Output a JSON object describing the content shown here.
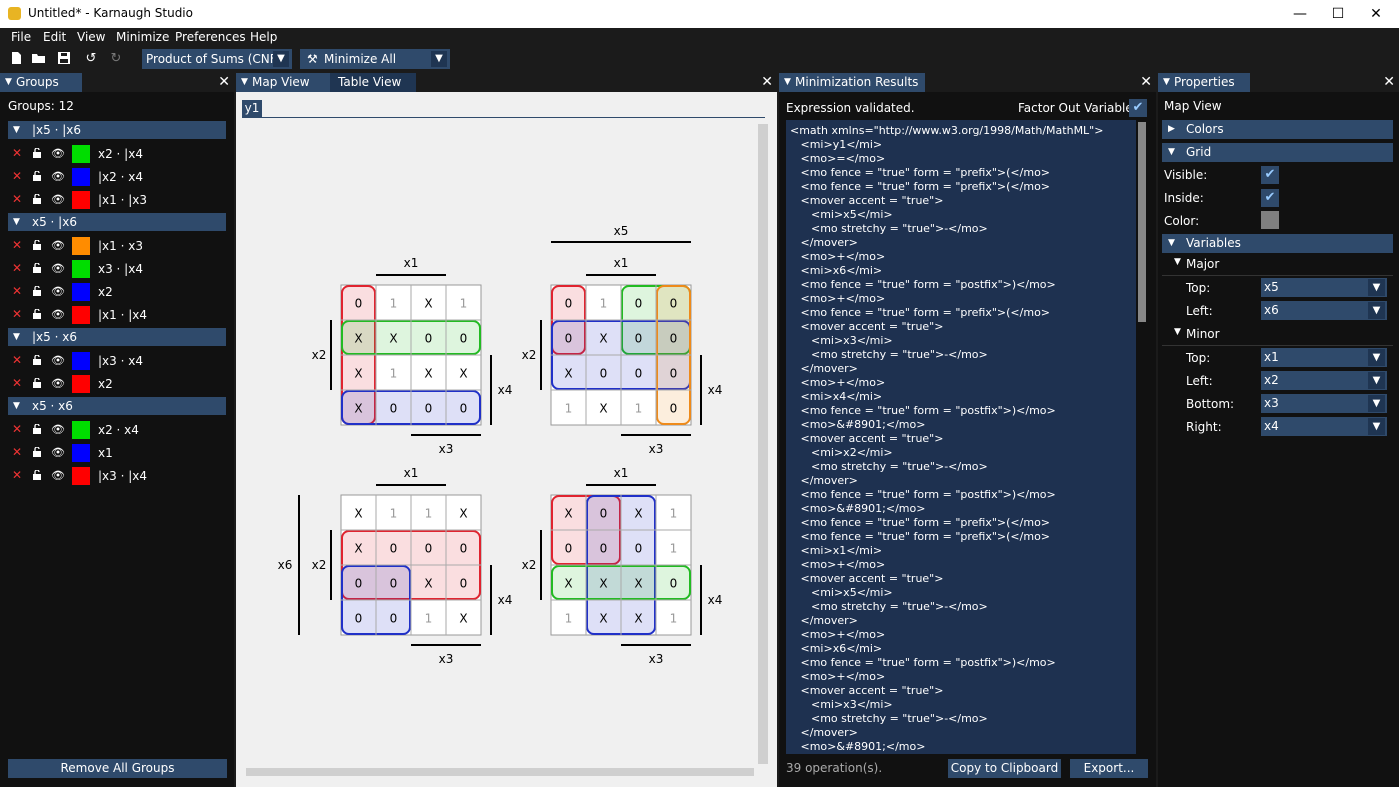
{
  "window": {
    "title": "Untitled* - Karnaugh Studio",
    "minimize": "—",
    "maximize": "☐",
    "close": "✕"
  },
  "menu": [
    "File",
    "Edit",
    "View",
    "Minimize",
    "Preferences",
    "Help"
  ],
  "toolbar": {
    "form_select": "Product of Sums (CNF)",
    "minimize_all": "Minimize All"
  },
  "groups_panel": {
    "title": "Groups",
    "count_label": "Groups: 12",
    "remove_all": "Remove All Groups",
    "sections": [
      {
        "header": "|x5 · |x6",
        "items": [
          {
            "label": "x2 · |x4",
            "color": "#00dd00"
          },
          {
            "label": "|x2 · x4",
            "color": "#0000ff"
          },
          {
            "label": "|x1 · |x3",
            "color": "#ff0000"
          }
        ]
      },
      {
        "header": "x5 · |x6",
        "items": [
          {
            "label": "|x1 · x3",
            "color": "#ff8c00"
          },
          {
            "label": "x3 · |x4",
            "color": "#00dd00"
          },
          {
            "label": "x2",
            "color": "#0000ff"
          },
          {
            "label": "|x1 · |x4",
            "color": "#ff0000"
          }
        ]
      },
      {
        "header": "|x5 · x6",
        "items": [
          {
            "label": "|x3 · x4",
            "color": "#0000ff"
          },
          {
            "label": "x2",
            "color": "#ff0000"
          }
        ]
      },
      {
        "header": "x5 · x6",
        "items": [
          {
            "label": "x2 · x4",
            "color": "#00dd00"
          },
          {
            "label": "x1",
            "color": "#0000ff"
          },
          {
            "label": "|x3 · |x4",
            "color": "#ff0000"
          }
        ]
      }
    ]
  },
  "map_panel": {
    "tabs": [
      "Map View",
      "Table View"
    ],
    "function_tab": "y1",
    "labels": {
      "x1": "x1",
      "x2": "x2",
      "x3": "x3",
      "x4": "x4",
      "x5": "x5",
      "x6": "x6"
    },
    "maps": [
      {
        "cells": [
          [
            "0",
            "1",
            "X",
            "1"
          ],
          [
            "X",
            "X",
            "0",
            "0"
          ],
          [
            "X",
            "1",
            "X",
            "X"
          ],
          [
            "X",
            "0",
            "0",
            "0"
          ]
        ]
      },
      {
        "cells": [
          [
            "0",
            "1",
            "0",
            "0"
          ],
          [
            "0",
            "X",
            "0",
            "0"
          ],
          [
            "X",
            "0",
            "0",
            "0"
          ],
          [
            "1",
            "X",
            "1",
            "0"
          ]
        ]
      },
      {
        "cells": [
          [
            "X",
            "1",
            "1",
            "X"
          ],
          [
            "X",
            "0",
            "0",
            "0"
          ],
          [
            "0",
            "0",
            "X",
            "0"
          ],
          [
            "0",
            "0",
            "1",
            "X"
          ]
        ]
      },
      {
        "cells": [
          [
            "X",
            "0",
            "X",
            "1"
          ],
          [
            "0",
            "0",
            "0",
            "1"
          ],
          [
            "X",
            "X",
            "X",
            "0"
          ],
          [
            "1",
            "X",
            "X",
            "1"
          ]
        ]
      }
    ]
  },
  "results_panel": {
    "title": "Minimization Results",
    "status": "Expression validated.",
    "factor_label": "Factor Out Variables:",
    "operations": "39 operation(s).",
    "copy_btn": "Copy to Clipboard",
    "export_btn": "Export...",
    "code_lines": [
      "<math xmlns=\"http://www.w3.org/1998/Math/MathML\">",
      "   <mi>y1</mi>",
      "   <mo>=</mo>",
      "   <mo fence = \"true\" form = \"prefix\">(</mo>",
      "   <mo fence = \"true\" form = \"prefix\">(</mo>",
      "   <mover accent = \"true\">",
      "      <mi>x5</mi>",
      "      <mo stretchy = \"true\">-</mo>",
      "   </mover>",
      "   <mo>+</mo>",
      "   <mi>x6</mi>",
      "   <mo fence = \"true\" form = \"postfix\">)</mo>",
      "   <mo>+</mo>",
      "   <mo fence = \"true\" form = \"prefix\">(</mo>",
      "   <mover accent = \"true\">",
      "      <mi>x3</mi>",
      "      <mo stretchy = \"true\">-</mo>",
      "   </mover>",
      "   <mo>+</mo>",
      "   <mi>x4</mi>",
      "   <mo fence = \"true\" form = \"postfix\">)</mo>",
      "   <mo>&#8901;</mo>",
      "   <mover accent = \"true\">",
      "      <mi>x2</mi>",
      "      <mo stretchy = \"true\">-</mo>",
      "   </mover>",
      "   <mo fence = \"true\" form = \"postfix\">)</mo>",
      "   <mo>&#8901;</mo>",
      "   <mo fence = \"true\" form = \"prefix\">(</mo>",
      "   <mo fence = \"true\" form = \"prefix\">(</mo>",
      "   <mi>x1</mi>",
      "   <mo>+</mo>",
      "   <mover accent = \"true\">",
      "      <mi>x5</mi>",
      "      <mo stretchy = \"true\">-</mo>",
      "   </mover>",
      "   <mo>+</mo>",
      "   <mi>x6</mi>",
      "   <mo fence = \"true\" form = \"postfix\">)</mo>",
      "   <mo>+</mo>",
      "   <mover accent = \"true\">",
      "      <mi>x3</mi>",
      "      <mo stretchy = \"true\">-</mo>",
      "   </mover>",
      "   <mo>&#8901;</mo>"
    ]
  },
  "properties_panel": {
    "title": "Properties",
    "subtitle": "Map View",
    "colors": "Colors",
    "grid": "Grid",
    "visible": "Visible:",
    "inside": "Inside:",
    "color": "Color:",
    "variables": "Variables",
    "major": "Major",
    "minor": "Minor",
    "top": "Top:",
    "left": "Left:",
    "bottom": "Bottom:",
    "right": "Right:",
    "major_top": "x5",
    "major_left": "x6",
    "minor_top": "x1",
    "minor_left": "x2",
    "minor_bottom": "x3",
    "minor_right": "x4",
    "grid_color": "#7f7f7f"
  }
}
